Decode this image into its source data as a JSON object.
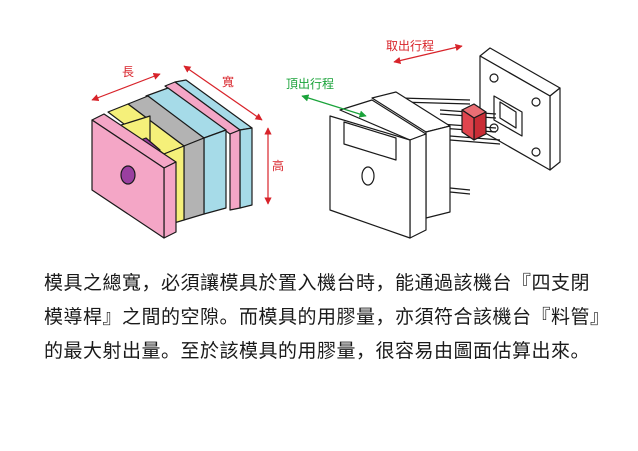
{
  "labels": {
    "length": "長",
    "width": "寬",
    "height": "高",
    "ejector_stroke": "頂出行程",
    "takeout_stroke": "取出行程"
  },
  "colors": {
    "red_dimension": "#d8232a",
    "green_dimension": "#1aa33a",
    "pink_plate": "#f4a6c6",
    "yellow_cavity": "#f5f07a",
    "purple_core": "#9a3fa0",
    "gray_block": "#b3b3b3",
    "blue_block": "#a6dbe8",
    "red_part": "#e0454e"
  },
  "caption": "模具之總寬，必須讓模具於置入機台時，能通過該機台『四支閉模導桿』之間的空隙。而模具的用膠量，亦須符合該機台『料管』的最大射出量。至於該模具的用膠量，很容易由圖面估算出來。"
}
